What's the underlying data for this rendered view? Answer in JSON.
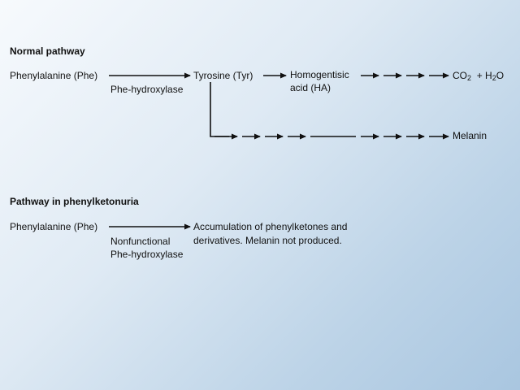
{
  "normal": {
    "heading": "Normal pathway",
    "phe": "Phenylalanine (Phe)",
    "enzyme": "Phe-hydroxylase",
    "tyr": "Tyrosine (Tyr)",
    "ha_line1": "Homogentisic",
    "ha_line2": "acid (HA)",
    "co2_prefix": "CO",
    "co2_sub": "2",
    "plus_h": "+ H",
    "h2o_sub": "2",
    "o": "O",
    "melanin": "Melanin"
  },
  "pku": {
    "heading": "Pathway in phenylketonuria",
    "phe": "Phenylalanine (Phe)",
    "enzyme_line1": "Nonfunctional",
    "enzyme_line2": "Phe-hydroxylase",
    "result_line1": "Accumulation of phenylketones and",
    "result_line2": "derivatives. Melanin not produced."
  }
}
